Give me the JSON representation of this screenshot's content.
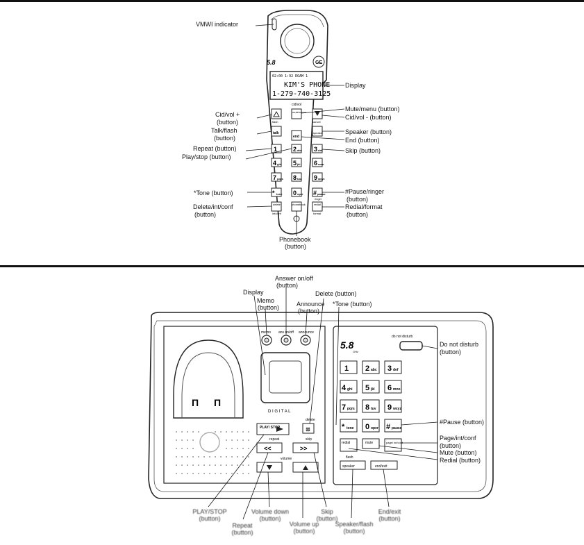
{
  "handset": {
    "brand_badge": "GE",
    "display_line1": "KIM'S PHONE",
    "display_line2": "1-279-740-3125",
    "display_small": "02:00 1:92 ROAM 1",
    "keys": {
      "cid_vol": "cid/vol",
      "mute_menu": "mute/menu",
      "talk": "talk",
      "flash": "flash",
      "end": "end",
      "speaker": "speaker",
      "cancel": "cancel",
      "k1": "1",
      "k2": "2",
      "k3": "3",
      "k4": "4",
      "k5": "5",
      "k6": "6",
      "k7": "7",
      "k8": "8",
      "k9": "9",
      "k0": "0",
      "kstar": "*",
      "kpound": "#",
      "s2": "abc",
      "s3": "def",
      "s4": "ghi",
      "s5": "jkl",
      "s6": "mno",
      "s7": "pqrs",
      "s8": "tuv",
      "s9": "wxyz",
      "s0": "oper",
      "sstar": "tone",
      "spound": "pause",
      "ringer": "ringer",
      "delete": "delete",
      "int_conf": "int/conf",
      "phonebook": "phonebook",
      "redial": "redial",
      "format": "format"
    },
    "labels": {
      "vmwi": "VMWI indicator",
      "display": "Display",
      "cid_vol_plus": "Cid/vol +",
      "cid_vol_plus_2": "(button)",
      "mute_menu": "Mute/menu (button)",
      "cid_vol_minus": "Cid/vol - (button)",
      "talk_flash": "Talk/flash",
      "talk_flash_2": "(button)",
      "speaker": "Speaker (button)",
      "end": "End (button)",
      "repeat": "Repeat (button)",
      "play_stop": "Play/stop (button)",
      "skip": "Skip (button)",
      "tone": "*Tone (button)",
      "pause_ringer": "#Pause/ringer",
      "pause_ringer_2": "(button)",
      "delete_int_conf": "Delete/int/conf",
      "delete_int_conf_2": "(button)",
      "redial_format": "Redial/format",
      "redial_format_2": "(button)",
      "phonebook": "Phonebook",
      "phonebook_2": "(button)"
    }
  },
  "base": {
    "brand": "5.8",
    "brand_sub": "GHz",
    "digital": "D I G I T A L",
    "keys": {
      "memo": "memo",
      "ans_onoff": "ans on/off",
      "announce": "announce",
      "do_not_disturb": "do not disturb",
      "delete": "delete",
      "play_stop": "PLAY/ STOP",
      "repeat": "repeat",
      "skip": "skip",
      "volume": "volume",
      "redial": "redial",
      "mute": "mute",
      "page": "page/ int/conf",
      "flash": "flash",
      "speaker": "speaker",
      "end_exit": "end/exit"
    },
    "labels": {
      "display": "Display",
      "memo": "Memo",
      "memo_2": "(button)",
      "answer": "Answer on/off",
      "answer_2": "(button)",
      "announce": "Announce",
      "announce_2": "(button)",
      "delete": "Delete (button)",
      "tone": "*Tone (button)",
      "dnd": "Do not disturb",
      "dnd_2": "(button)",
      "pause": "#Pause (button)",
      "page": "Page/int/conf",
      "page_2": "(button)",
      "mute": "Mute (button)",
      "redial": "Redial (button)",
      "play_stop": "PLAY/STOP",
      "play_stop_2": "(button)",
      "repeat": "Repeat",
      "repeat_2": "(button)",
      "vol_down": "Volume down",
      "vol_down_2": "(button)",
      "vol_up": "Volume up",
      "vol_up_2": "(button)",
      "skip": "Skip",
      "skip_2": "(button)",
      "speaker_flash": "Speaker/flash",
      "speaker_flash_2": "(button)",
      "end_exit": "End/exit",
      "end_exit_2": "(button)"
    }
  }
}
